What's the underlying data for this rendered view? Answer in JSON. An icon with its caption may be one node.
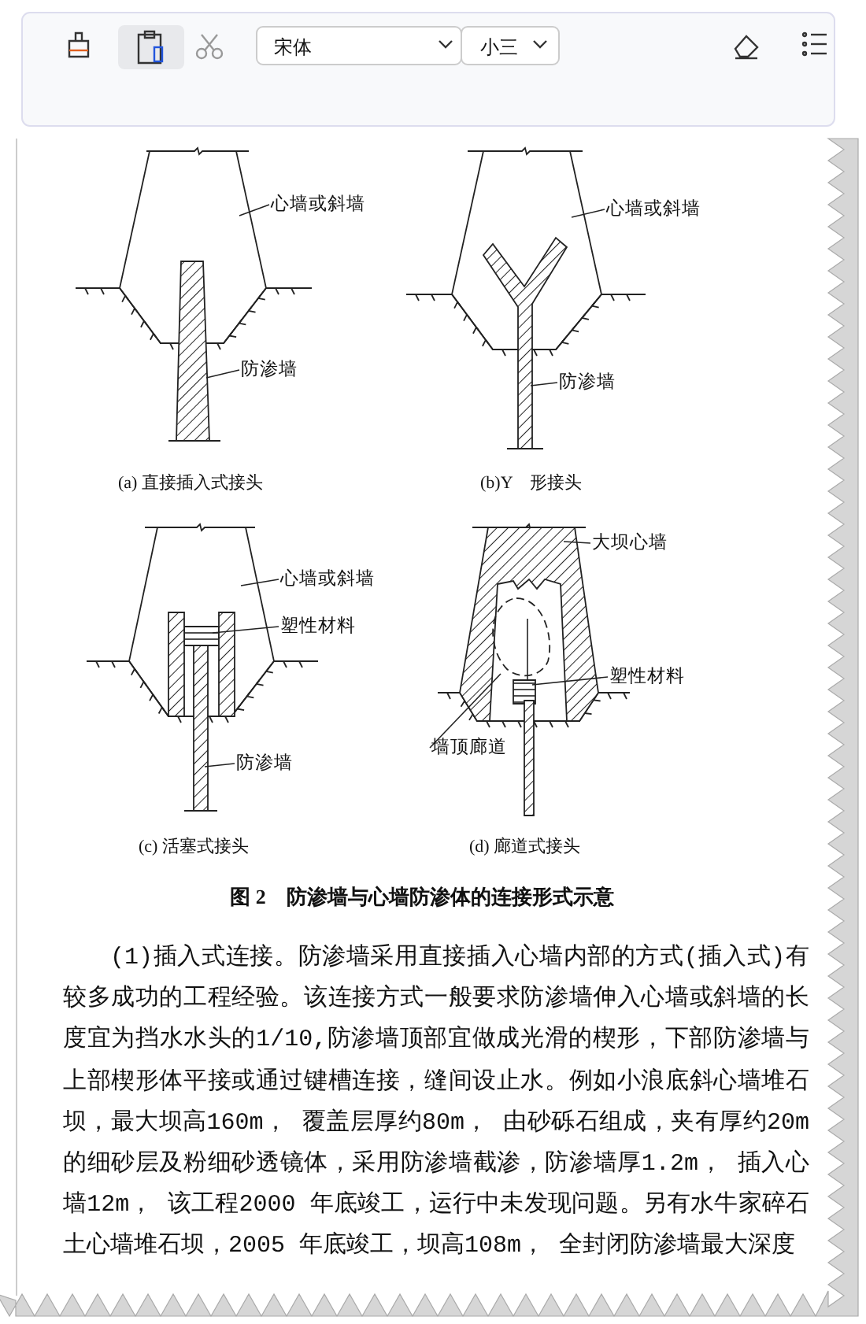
{
  "diagram": {
    "caption": "图 2　防渗墙与心墙防渗体的连接形式示意",
    "nodes": [
      {
        "text": [
          "心墙或斜墙"
        ]
      },
      {
        "text": [
          "防渗墙"
        ]
      },
      {
        "text": [],
        "shape": "trapezoid"
      },
      {
        "text": [],
        "shape": "bar"
      },
      {
        "text": [
          "心墙或斜墙"
        ]
      },
      {
        "text": [
          "防渗墙"
        ]
      },
      {
        "text": [],
        "shape": "trapezoid"
      },
      {
        "text": [],
        "shape": "bar"
      },
      {
        "text": [
          "心墙或斜墙"
        ]
      },
      {
        "text": [
          "塑性材料"
        ]
      },
      {
        "text": [
          "防渗墙"
        ]
      },
      {
        "text": [],
        "shape": "trapezoid"
      },
      {
        "text": [],
        "shape": "box"
      },
      {
        "text": [],
        "shape": "bar"
      },
      {
        "text": [
          "大坝心墙"
        ]
      },
      {
        "text": [
          "塑性材料"
        ]
      },
      {
        "text": [
          "墙顶廊道"
        ]
      },
      {
        "text": [],
        "shape": "trapezoid"
      },
      {
        "text": [],
        "shape": "box",
        "in": 17
      },
      {
        "text": [],
        "shape": "ellipse",
        "in": 17
      },
      {
        "text": [],
        "shape": "bar"
      }
    ],
    "edges": [
      {
        "from": 0,
        "to": 2,
        "arrow": "none"
      },
      {
        "from": 1,
        "to": 3,
        "arrow": "none"
      },
      {
        "from": 4,
        "to": 6,
        "arrow": "none"
      },
      {
        "from": 5,
        "to": 7,
        "arrow": "none"
      },
      {
        "from": 8,
        "to": 11,
        "arrow": "none"
      },
      {
        "from": 9,
        "to": 12,
        "arrow": "none"
      },
      {
        "from": 10,
        "to": 13,
        "arrow": "none"
      },
      {
        "from": 14,
        "to": 17,
        "arrow": "none"
      },
      {
        "from": 15,
        "to": 18,
        "arrow": "none"
      },
      {
        "from": 16,
        "to": 19,
        "arrow": "none"
      }
    ],
    "labels": [
      "宋体",
      "小三",
      "(a) 直接插入式接头",
      "(b)Y　形接头",
      "(c) 活塞式接头",
      "(d) 廊道式接头",
      "(1)插入式连接。防渗墙采用直接插入心墙内部的方式(插入式)有较多成功的工程经验。该连接方式一般要求防渗墙伸入心墙或斜墙的长度宜为挡水水头的1/10,防渗墙顶部宜做成光滑的楔形，下部防渗墙与上部楔形体平接或通过键槽连接，缝间设止水。例如小浪底斜心墙堆石坝，最大坝高160m， 覆盖层厚约80m， 由砂砾石组成，夹有厚约20m 的细砂层及粉细砂透镜体，采用防渗墙截渗，防渗墙厚1.2m， 插入心墙12m， 该工程2000 年底竣工，运行中未发现问题。另有水牛家碎石土心墙堆石坝，2005 年底竣工，坝高108m， 全封闭防渗墙最大深度"
    ]
  }
}
